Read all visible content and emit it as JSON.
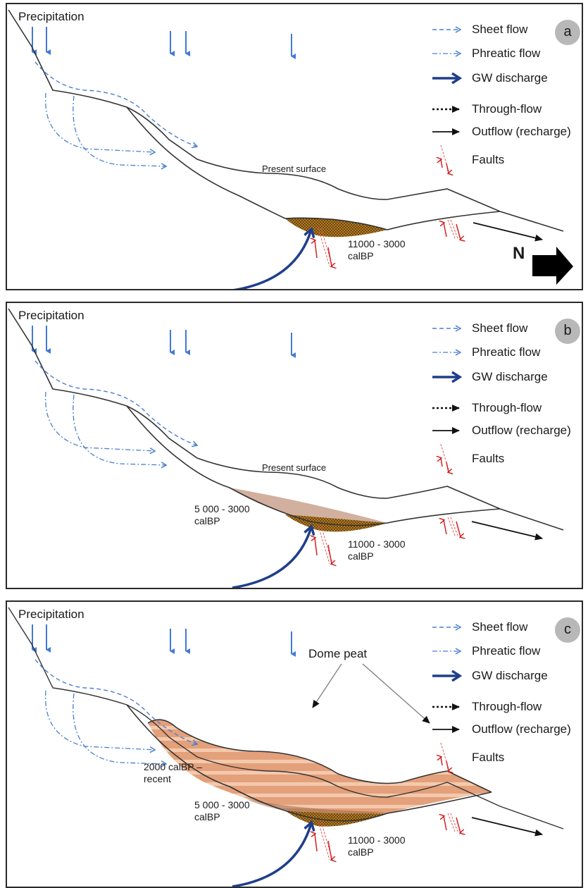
{
  "panels": [
    {
      "letter": "a",
      "precip_label": "Precipitation",
      "present_surface": "Present surface",
      "ages": {
        "lower": "11000 - 3000\ncalBP"
      },
      "north": "N",
      "legend": {
        "sheet_flow": "Sheet flow",
        "phreatic_flow": "Phreatic flow",
        "gw_discharge": "GW discharge",
        "through_flow": "Through-flow",
        "outflow": "Outflow (recharge)",
        "faults": "Faults"
      }
    },
    {
      "letter": "b",
      "precip_label": "Precipitation",
      "present_surface": "Present surface",
      "ages": {
        "lower": "11000 - 3000\ncalBP",
        "middle": "5 000 - 3000\ncalBP"
      },
      "legend": {
        "sheet_flow": "Sheet flow",
        "phreatic_flow": "Phreatic flow",
        "gw_discharge": "GW discharge",
        "through_flow": "Through-flow",
        "outflow": "Outflow (recharge)",
        "faults": "Faults"
      }
    },
    {
      "letter": "c",
      "precip_label": "Precipitation",
      "dome_peat": "Dome peat",
      "ages": {
        "lower": "11000 - 3000\ncalBP",
        "middle": "5 000 - 3000\ncalBP",
        "upper": "2000  calBP –\nrecent"
      },
      "legend": {
        "sheet_flow": "Sheet flow",
        "phreatic_flow": "Phreatic flow",
        "gw_discharge": "GW discharge",
        "through_flow": "Through-flow",
        "outflow": "Outflow (recharge)",
        "faults": "Faults"
      }
    }
  ],
  "colors": {
    "sheet_flow": "#4a7fd0",
    "precip": "#3f7ad6",
    "gw": "#1f3f8a",
    "fault": "#d42020",
    "peat_lower": "#a86b1c",
    "peat_middle": "#c9a08c",
    "peat_upper": "#e8a57c"
  }
}
